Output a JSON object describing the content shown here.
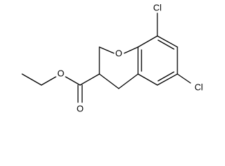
{
  "structure": {
    "atoms": {
      "ring_oxygen": "O",
      "ester_oxygen": "O",
      "carbonyl_oxygen": "O",
      "chlorine_8": "Cl",
      "chlorine_6": "Cl"
    }
  }
}
